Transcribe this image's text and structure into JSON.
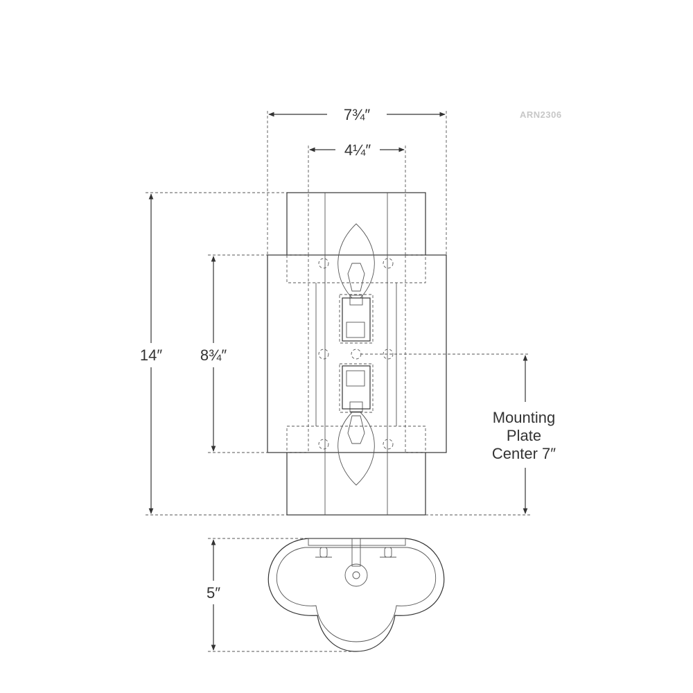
{
  "model_code": "ARN2306",
  "dimensions": {
    "overall_width": "7¾″",
    "backplate_width": "4¼″",
    "overall_height": "14″",
    "backplate_height": "8¾″",
    "extension": "5″"
  },
  "mounting_note": {
    "line1": "Mounting",
    "line2": "Plate",
    "line3": "Center 7″"
  },
  "colors": {
    "line": "#333333",
    "model_code": "#c7c7c7"
  }
}
